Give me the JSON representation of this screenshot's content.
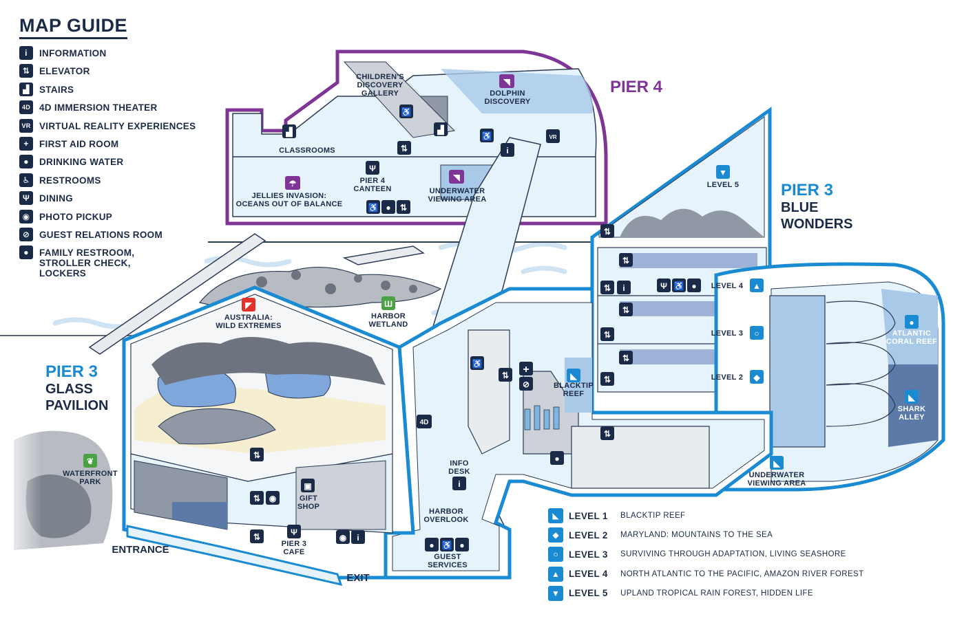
{
  "legend": {
    "title": "MAP GUIDE",
    "items": [
      {
        "icon": "information-icon",
        "glyph": "i",
        "label": "INFORMATION"
      },
      {
        "icon": "elevator-icon",
        "glyph": "⇅",
        "label": "ELEVATOR"
      },
      {
        "icon": "stairs-icon",
        "glyph": "▟",
        "label": "STAIRS"
      },
      {
        "icon": "4d-theater-icon",
        "glyph": "4D",
        "label": "4D IMMERSION THEATER"
      },
      {
        "icon": "vr-icon",
        "glyph": "VR",
        "label": "VIRTUAL REALITY EXPERIENCES"
      },
      {
        "icon": "first-aid-icon",
        "glyph": "+",
        "label": "FIRST AID ROOM"
      },
      {
        "icon": "drinking-water-icon",
        "glyph": "●",
        "label": "DRINKING WATER"
      },
      {
        "icon": "restrooms-icon",
        "glyph": "♿",
        "label": "RESTROOMS"
      },
      {
        "icon": "dining-icon",
        "glyph": "Ψ",
        "label": "DINING"
      },
      {
        "icon": "photo-pickup-icon",
        "glyph": "◉",
        "label": "PHOTO PICKUP"
      },
      {
        "icon": "guest-relations-icon",
        "glyph": "⊘",
        "label": "GUEST RELATIONS ROOM"
      },
      {
        "icon": "family-restroom-icon",
        "glyph": "●",
        "label": "FAMILY RESTROOM, STROLLER CHECK, LOCKERS"
      }
    ]
  },
  "piers": {
    "pier4": "PIER 4",
    "pier3_blue_1": "PIER 3",
    "pier3_blue_2": "BLUE",
    "pier3_blue_3": "WONDERS",
    "pier3_glass_1": "PIER 3",
    "pier3_glass_2": "GLASS",
    "pier3_glass_3": "PAVILION"
  },
  "labels": {
    "childrens_1": "CHILDREN'S",
    "childrens_2": "DISCOVERY",
    "childrens_3": "GALLERY",
    "dolphin_1": "DOLPHIN",
    "dolphin_2": "DISCOVERY",
    "classrooms": "CLASSROOMS",
    "canteen_1": "PIER 4",
    "canteen_2": "CANTEEN",
    "jellies_1": "JELLIES INVASION:",
    "jellies_2": "OCEANS OUT OF BALANCE",
    "uwv4_1": "UNDERWATER",
    "uwv4_2": "VIEWING AREA",
    "level5": "LEVEL 5",
    "level4": "LEVEL 4",
    "level3": "LEVEL 3",
    "level2": "LEVEL 2",
    "australia_1": "AUSTRALIA:",
    "australia_2": "WILD EXTREMES",
    "harbor_1": "HARBOR",
    "harbor_2": "WETLAND",
    "atlantic_1": "ATLANTIC",
    "atlantic_2": "CORAL REEF",
    "shark_1": "SHARK",
    "shark_2": "ALLEY",
    "blacktip_1": "BLACKTIP",
    "blacktip_2": "REEF",
    "waterfront_1": "WATERFRONT",
    "waterfront_2": "PARK",
    "info_1": "INFO",
    "info_2": "DESK",
    "gift_1": "GIFT",
    "gift_2": "SHOP",
    "cafe_1": "PIER 3",
    "cafe_2": "CAFE",
    "overlook_1": "HARBOR",
    "overlook_2": "OVERLOOK",
    "guest_1": "GUEST",
    "guest_2": "SERVICES",
    "uwv3_1": "UNDERWATER",
    "uwv3_2": "VIEWING AREA",
    "entrance": "ENTRANCE",
    "exit": "EXIT",
    "fourd": "4D"
  },
  "levels": [
    {
      "icon": "blacktip-reef-icon",
      "glyph": "◣",
      "name": "LEVEL 1",
      "desc": "BLACKTIP REEF"
    },
    {
      "icon": "turtle-icon",
      "glyph": "◆",
      "name": "LEVEL 2",
      "desc": "MARYLAND: MOUNTAINS TO THE SEA"
    },
    {
      "icon": "magnifier-icon",
      "glyph": "○",
      "name": "LEVEL 3",
      "desc": "SURVIVING THROUGH ADAPTATION, LIVING SEASHORE"
    },
    {
      "icon": "bird-icon",
      "glyph": "▲",
      "name": "LEVEL 4",
      "desc": "NORTH ATLANTIC TO THE PACIFIC, AMAZON RIVER FOREST"
    },
    {
      "icon": "toucan-icon",
      "glyph": "▼",
      "name": "LEVEL 5",
      "desc": "UPLAND TROPICAL RAIN FOREST, HIDDEN LIFE"
    }
  ],
  "colors": {
    "navy": "#1b2a47",
    "blue": "#1a8bd3",
    "purple": "#7e3596",
    "light_blue": "#e6f3fa",
    "water": "#a9c9e8",
    "gray": "#cdd2d8",
    "red": "#e3322b",
    "green": "#4aa245"
  }
}
